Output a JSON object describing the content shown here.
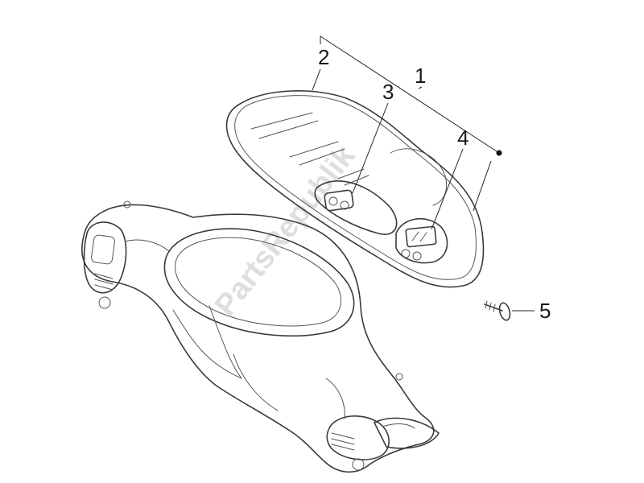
{
  "watermark": "PartsRepublik",
  "callouts": [
    {
      "id": "1",
      "label": "1"
    },
    {
      "id": "2",
      "label": "2"
    },
    {
      "id": "3",
      "label": "3"
    },
    {
      "id": "4",
      "label": "4"
    },
    {
      "id": "5",
      "label": "5"
    }
  ]
}
